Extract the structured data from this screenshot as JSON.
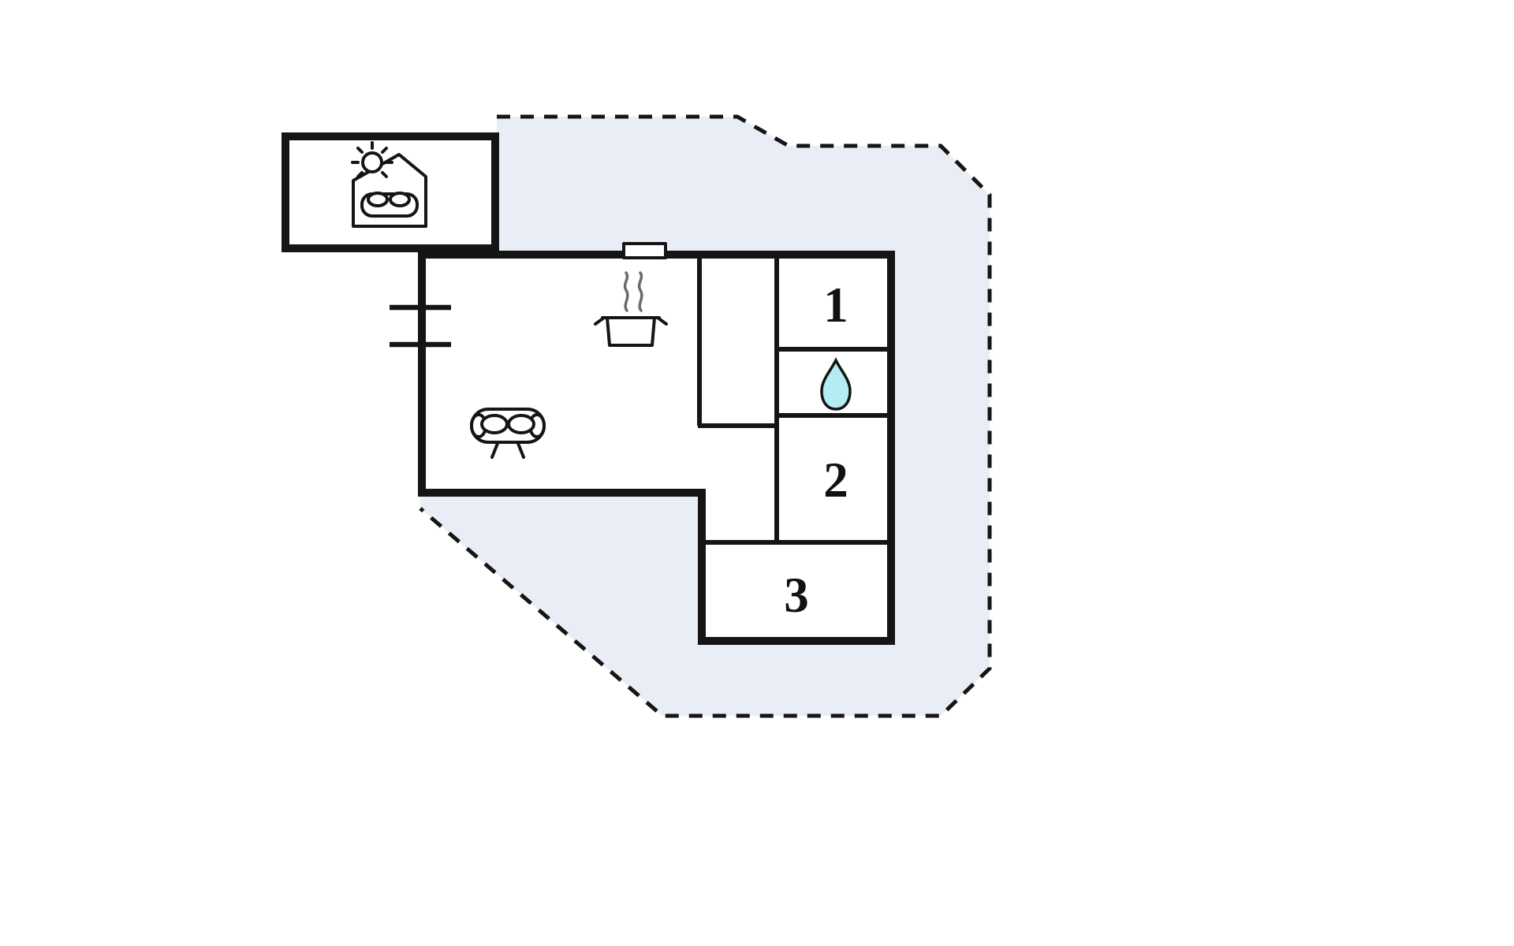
{
  "rooms": {
    "room1": "1",
    "room2": "2",
    "room3": "3"
  },
  "colors": {
    "background": "#ffffff",
    "wall": "#151515",
    "plot_fill": "#e9edf6",
    "water_drop_fill": "#b5ecf4",
    "steam": "#6b6b6b"
  },
  "icons": {
    "annex": "house-with-sun-and-sofa-icon",
    "kitchen": "cooking-pot-steam-icon",
    "living_room": "sofa-top-view-icon",
    "bathroom": "water-drop-icon"
  }
}
